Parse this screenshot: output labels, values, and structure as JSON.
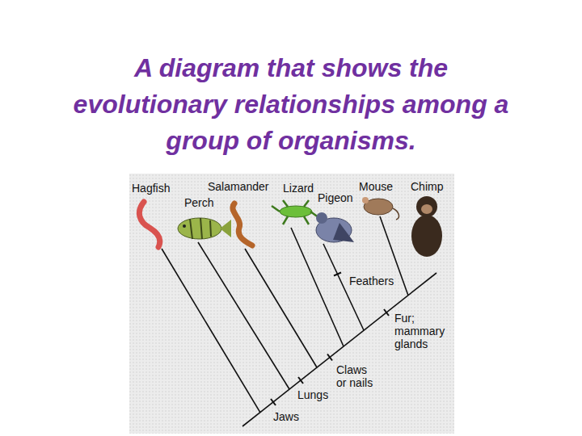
{
  "diagram": {
    "title": "A diagram that shows the evolutionary relationships among a group of organisms.",
    "labels": [
      "Hagfish",
      "Perch",
      "Salamander",
      "Lizard",
      "Pigeon",
      "Mouse",
      "Chimp",
      "Feathers",
      "Fur; mammary glands",
      "Claws or nails",
      "Lungs",
      "Jaws"
    ]
  }
}
